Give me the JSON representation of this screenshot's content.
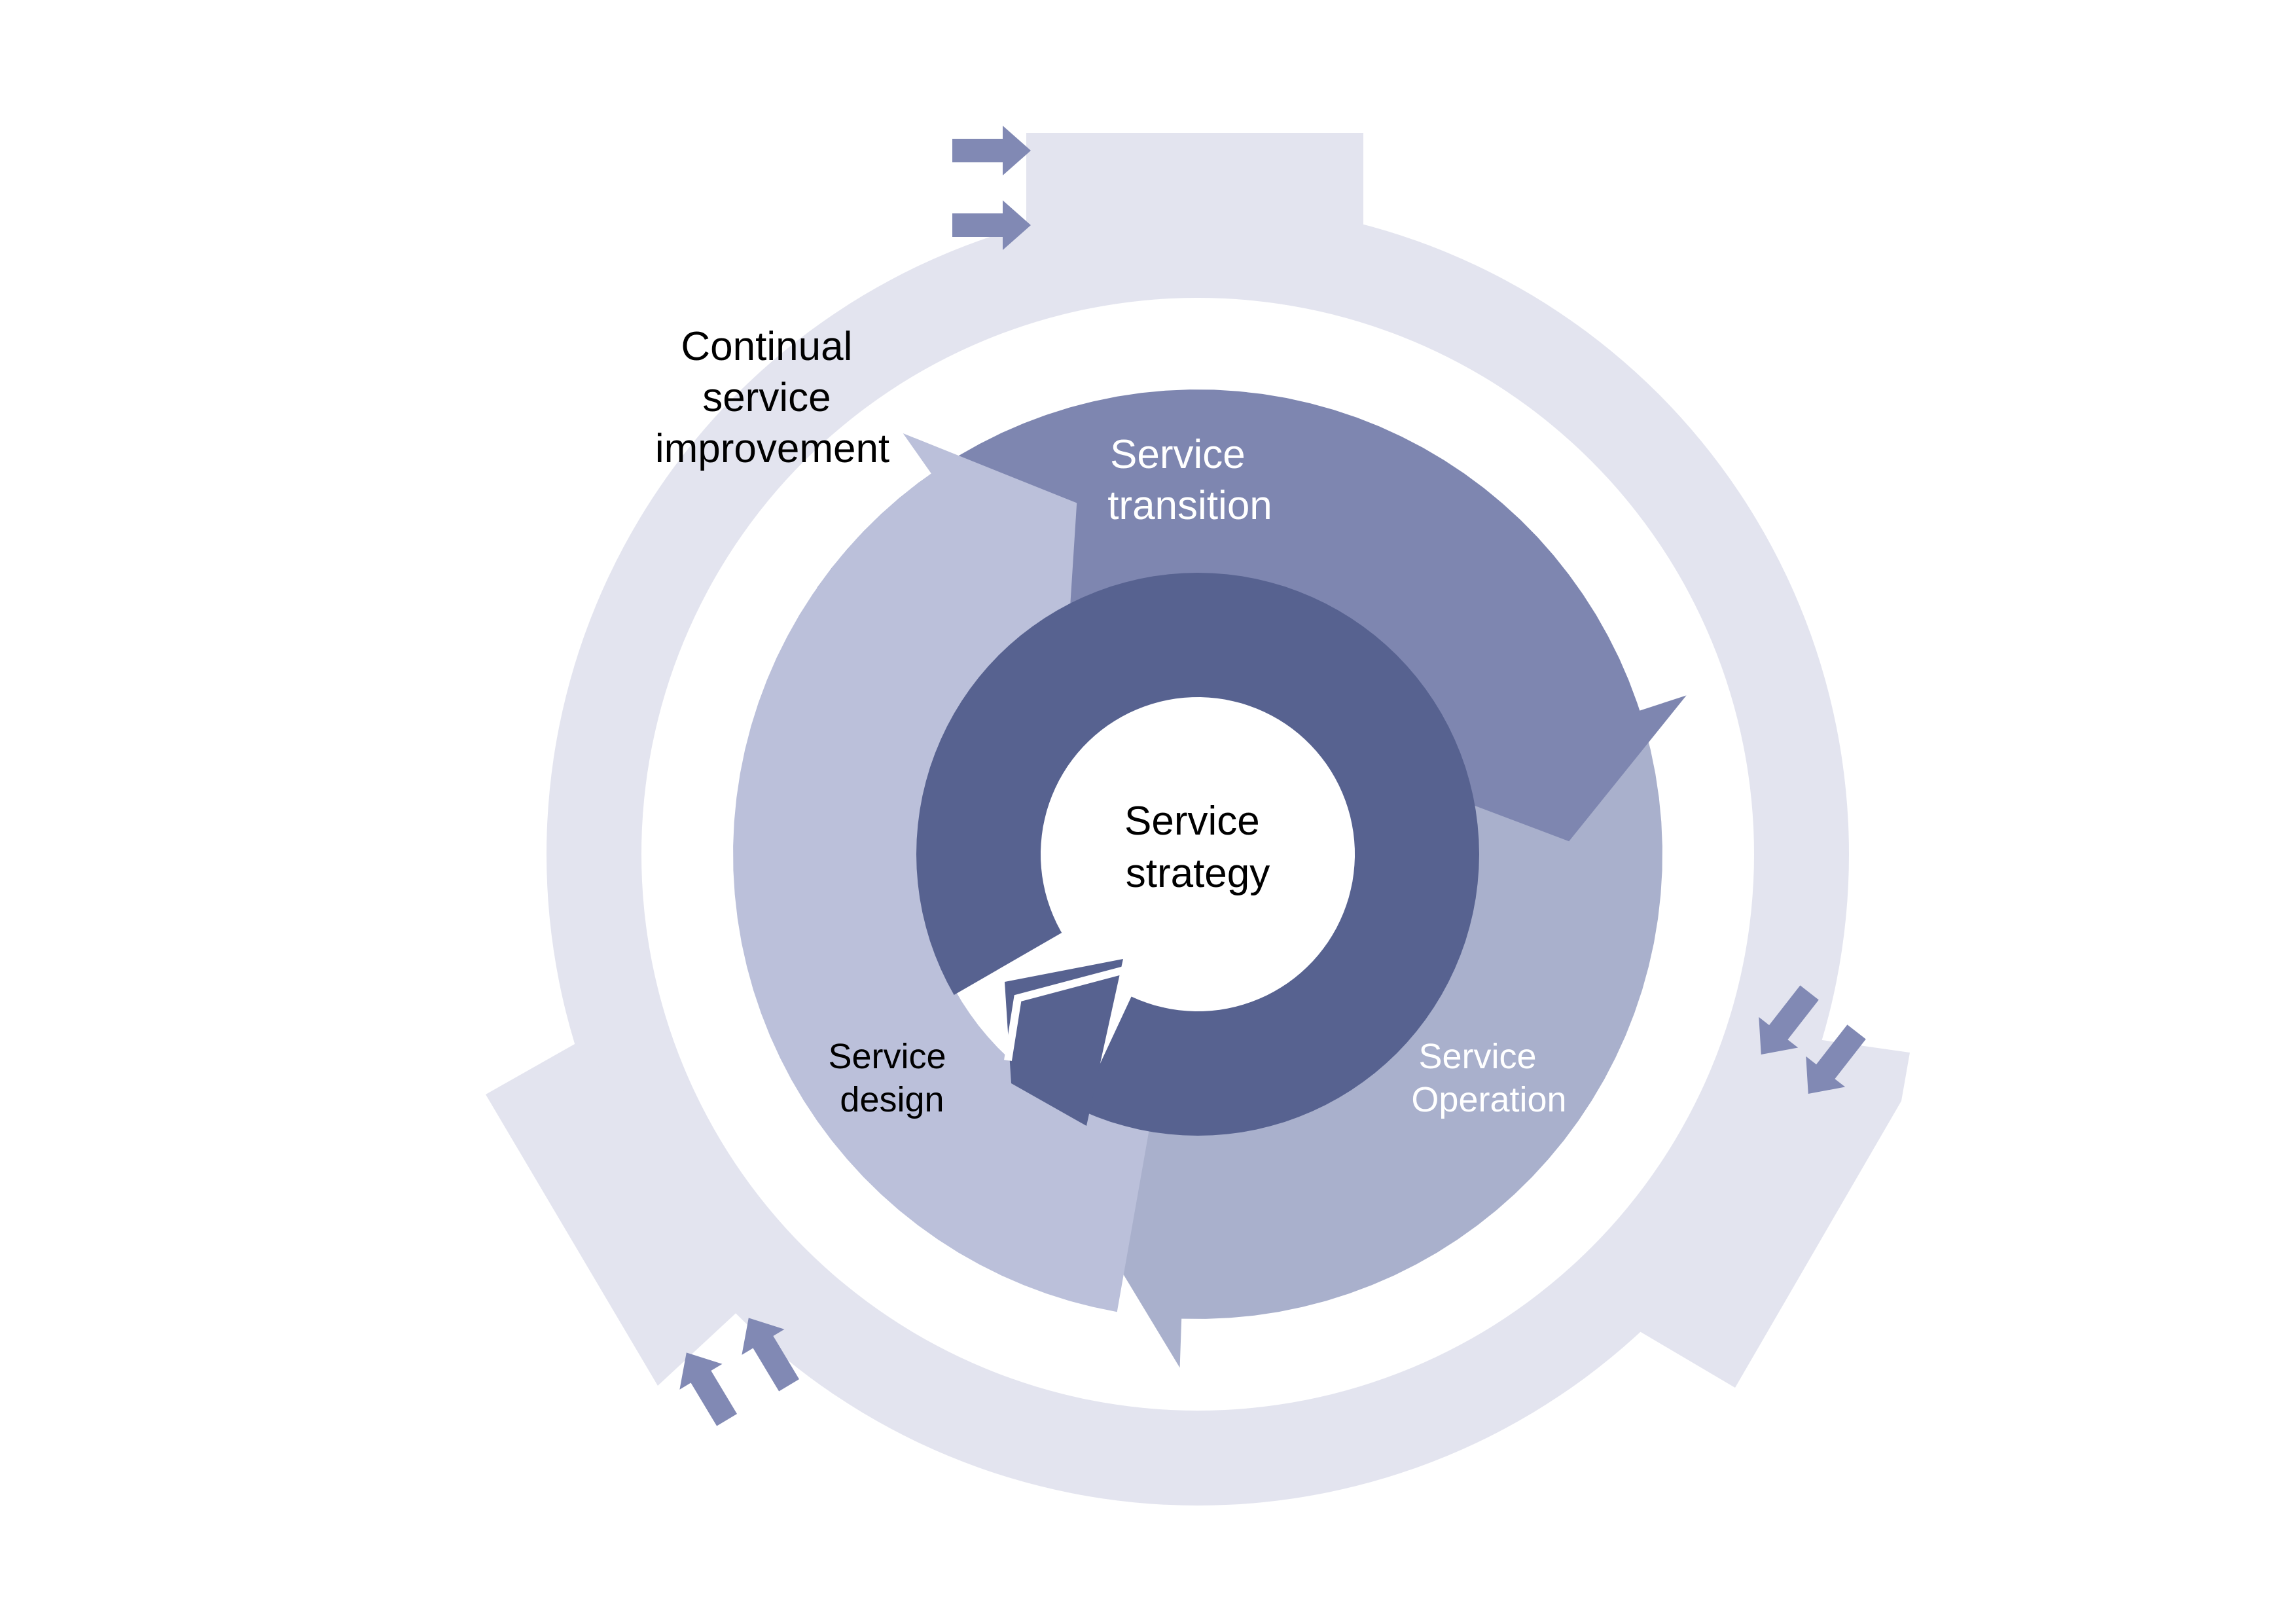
{
  "labels": {
    "csi_line1": "Continual",
    "csi_line2": "service",
    "csi_line3": "improvement",
    "transition_line1": "Service",
    "transition_line2": "transition",
    "strategy_line1": "Service",
    "strategy_line2": "strategy",
    "design_line1": "Service",
    "design_line2": "design",
    "operation_line1": "Service",
    "operation_line2": "Operation"
  },
  "colors": {
    "outer_ring": "#e3e4ef",
    "transition": "#7e86b0",
    "design": "#bbc0da",
    "operation": "#a9b0cc",
    "strategy_ring": "#576290",
    "small_arrows": "#8189b4",
    "dark_text": "#000000",
    "light_text": "#ffffff"
  }
}
